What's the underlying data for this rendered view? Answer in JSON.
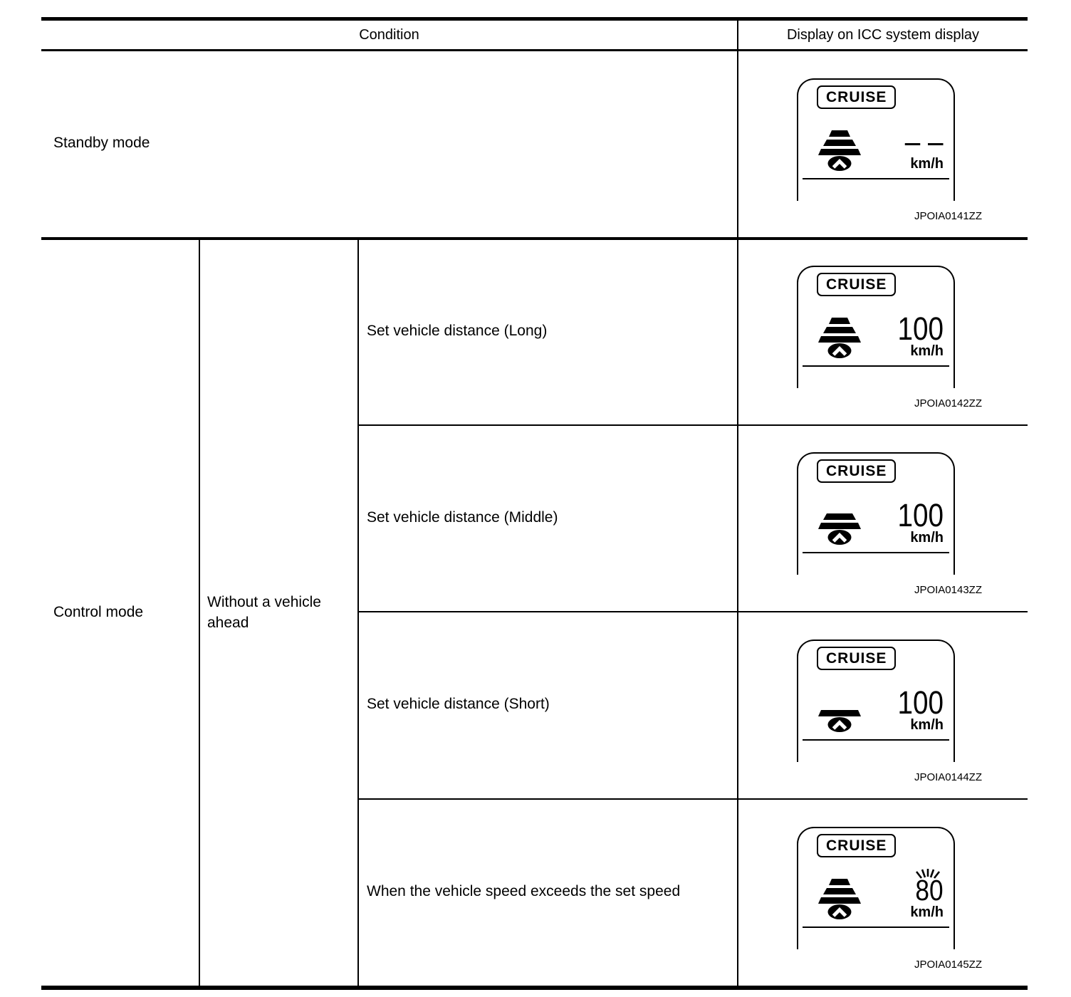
{
  "table": {
    "header": {
      "condition": "Condition",
      "display": "Display on ICC system display"
    },
    "rows": {
      "standby": {
        "mode": "Standby mode",
        "display": {
          "cruise": "CRUISE",
          "speed": "– –",
          "unit": "km/h",
          "figure_id": "JPOIA0141ZZ",
          "distance_bars": 3,
          "flashing": false
        }
      },
      "control": {
        "mode": "Control mode",
        "sub_mode": "Without a vehicle ahead",
        "conditions": [
          {
            "label": "Set vehicle distance (Long)",
            "display": {
              "cruise": "CRUISE",
              "speed": "100",
              "unit": "km/h",
              "figure_id": "JPOIA0142ZZ",
              "distance_bars": 3,
              "flashing": false
            }
          },
          {
            "label": "Set vehicle distance (Middle)",
            "display": {
              "cruise": "CRUISE",
              "speed": "100",
              "unit": "km/h",
              "figure_id": "JPOIA0143ZZ",
              "distance_bars": 2,
              "flashing": false
            }
          },
          {
            "label": "Set vehicle distance (Short)",
            "display": {
              "cruise": "CRUISE",
              "speed": "100",
              "unit": "km/h",
              "figure_id": "JPOIA0144ZZ",
              "distance_bars": 1,
              "flashing": false
            }
          },
          {
            "label": "When the vehicle speed exceeds the set speed",
            "display": {
              "cruise": "CRUISE",
              "speed": "80",
              "unit": "km/h",
              "figure_id": "JPOIA0145ZZ",
              "distance_bars": 3,
              "flashing": true
            }
          }
        ]
      }
    },
    "icons": {
      "distance_long": "vehicle-distance-long-icon",
      "distance_middle": "vehicle-distance-middle-icon",
      "distance_short": "vehicle-distance-short-icon",
      "flashing_marks": "speed-flashing-marks-icon"
    },
    "colors": {
      "ink": "#000000",
      "background": "#ffffff"
    }
  }
}
